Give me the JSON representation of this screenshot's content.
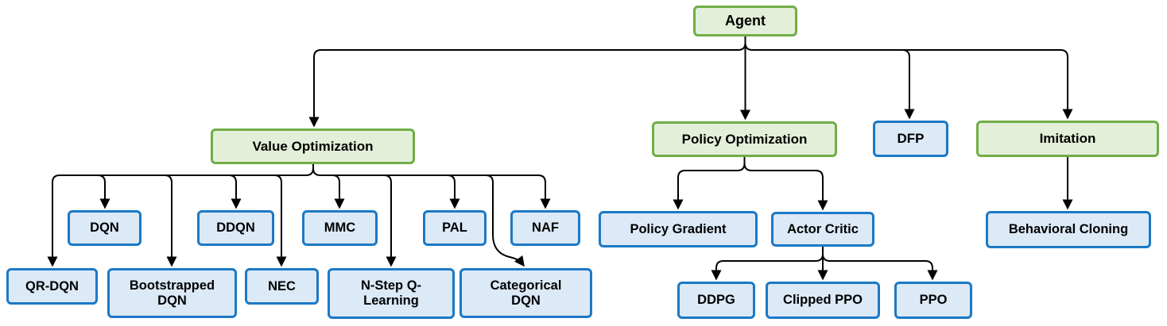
{
  "colors": {
    "green_fill": "#e3efd9",
    "green_border": "#70ad47",
    "blue_fill": "#dce9f7",
    "blue_border": "#1b79c5",
    "line": "#000000"
  },
  "nodes": {
    "agent": {
      "label": "Agent"
    },
    "value_optimization": {
      "label": "Value Optimization"
    },
    "policy_optimization": {
      "label": "Policy Optimization"
    },
    "dfp": {
      "label": "DFP"
    },
    "imitation": {
      "label": "Imitation"
    },
    "dqn": {
      "label": "DQN"
    },
    "ddqn": {
      "label": "DDQN"
    },
    "mmc": {
      "label": "MMC"
    },
    "pal": {
      "label": "PAL"
    },
    "naf": {
      "label": "NAF"
    },
    "qr_dqn": {
      "label": "QR-DQN"
    },
    "bootstrapped_dqn": {
      "label": "Bootstrapped DQN"
    },
    "nec": {
      "label": "NEC"
    },
    "n_step_q_learning": {
      "label": "N-Step Q-Learning"
    },
    "categorical_dqn": {
      "label": "Categorical DQN"
    },
    "policy_gradient": {
      "label": "Policy Gradient"
    },
    "actor_critic": {
      "label": "Actor Critic"
    },
    "ddpg": {
      "label": "DDPG"
    },
    "clipped_ppo": {
      "label": "Clipped PPO"
    },
    "ppo": {
      "label": "PPO"
    },
    "behavioral_cloning": {
      "label": "Behavioral Cloning"
    }
  },
  "edges": [
    {
      "from": "agent",
      "to": "value_optimization"
    },
    {
      "from": "agent",
      "to": "policy_optimization"
    },
    {
      "from": "agent",
      "to": "dfp"
    },
    {
      "from": "agent",
      "to": "imitation"
    },
    {
      "from": "value_optimization",
      "to": "qr_dqn"
    },
    {
      "from": "value_optimization",
      "to": "dqn"
    },
    {
      "from": "value_optimization",
      "to": "bootstrapped_dqn"
    },
    {
      "from": "value_optimization",
      "to": "ddqn"
    },
    {
      "from": "value_optimization",
      "to": "nec"
    },
    {
      "from": "value_optimization",
      "to": "mmc"
    },
    {
      "from": "value_optimization",
      "to": "n_step_q_learning"
    },
    {
      "from": "value_optimization",
      "to": "pal"
    },
    {
      "from": "value_optimization",
      "to": "categorical_dqn"
    },
    {
      "from": "value_optimization",
      "to": "naf"
    },
    {
      "from": "policy_optimization",
      "to": "policy_gradient"
    },
    {
      "from": "policy_optimization",
      "to": "actor_critic"
    },
    {
      "from": "actor_critic",
      "to": "ddpg"
    },
    {
      "from": "actor_critic",
      "to": "clipped_ppo"
    },
    {
      "from": "actor_critic",
      "to": "ppo"
    },
    {
      "from": "imitation",
      "to": "behavioral_cloning"
    }
  ]
}
